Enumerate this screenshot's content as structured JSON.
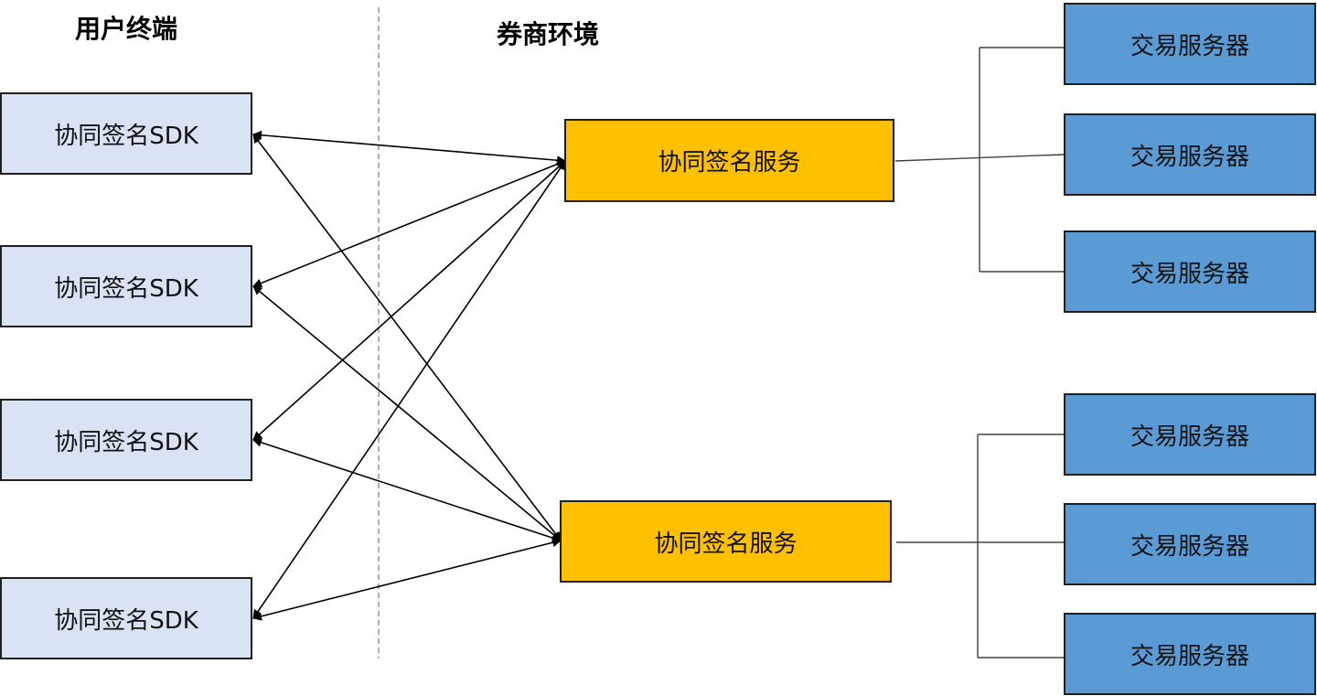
{
  "diagram": {
    "zones": {
      "user": "用户终端",
      "broker": "券商环境"
    },
    "sdk_nodes": [
      {
        "label": "协同签名SDK"
      },
      {
        "label": "协同签名SDK"
      },
      {
        "label": "协同签名SDK"
      },
      {
        "label": "协同签名SDK"
      }
    ],
    "service_nodes": [
      {
        "label": "协同签名服务"
      },
      {
        "label": "协同签名服务"
      }
    ],
    "server_nodes": [
      {
        "label": "交易服务器"
      },
      {
        "label": "交易服务器"
      },
      {
        "label": "交易服务器"
      },
      {
        "label": "交易服务器"
      },
      {
        "label": "交易服务器"
      },
      {
        "label": "交易服务器"
      }
    ],
    "colors": {
      "sdk_fill": "#dae3f3",
      "service_fill": "#ffc000",
      "server_fill": "#5b9bd5",
      "divider": "#5b7fbf"
    }
  }
}
